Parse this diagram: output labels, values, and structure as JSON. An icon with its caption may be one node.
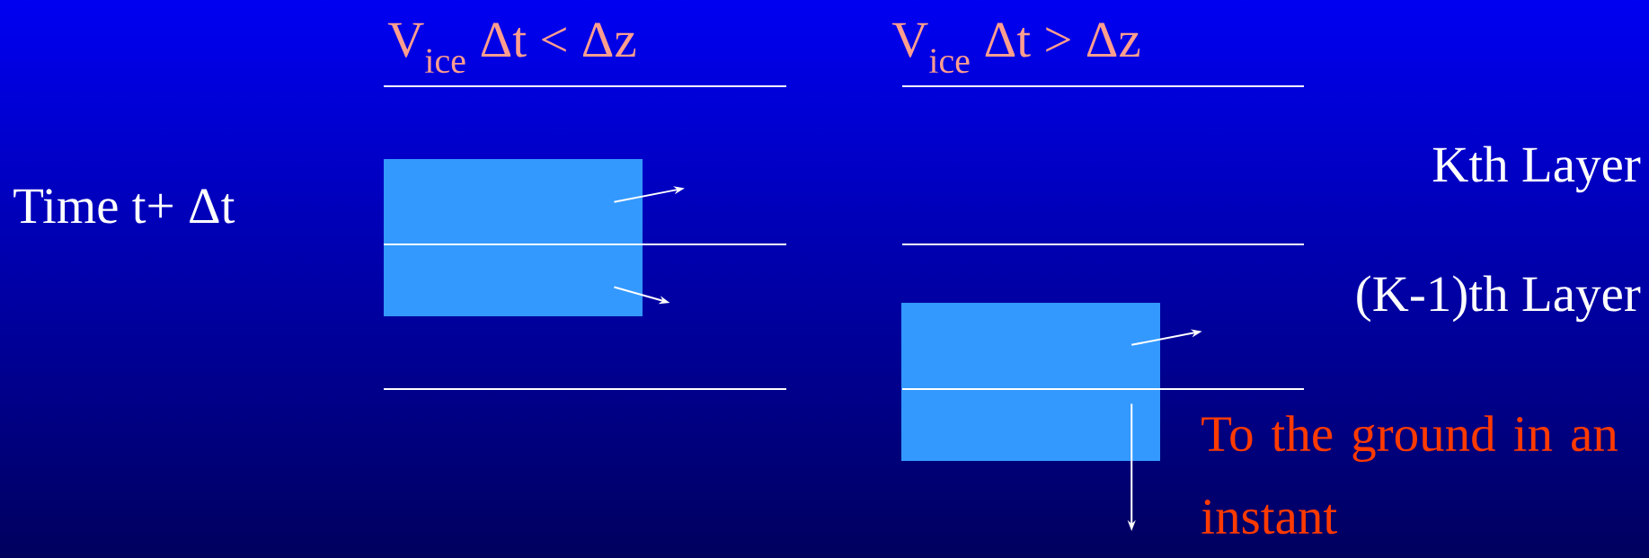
{
  "diagram": {
    "nodes": [
      {
        "text": [],
        "shape": "box"
      },
      {
        "text": [],
        "shape": "box"
      }
    ],
    "labels": [
      "V$_{ice}$ Δt < Δz",
      "V$_{ice}$ Δt > Δz",
      "Kth Layer",
      "Time t+ Δt",
      "(K-1)th Layer",
      "To the ground in an instant"
    ]
  }
}
